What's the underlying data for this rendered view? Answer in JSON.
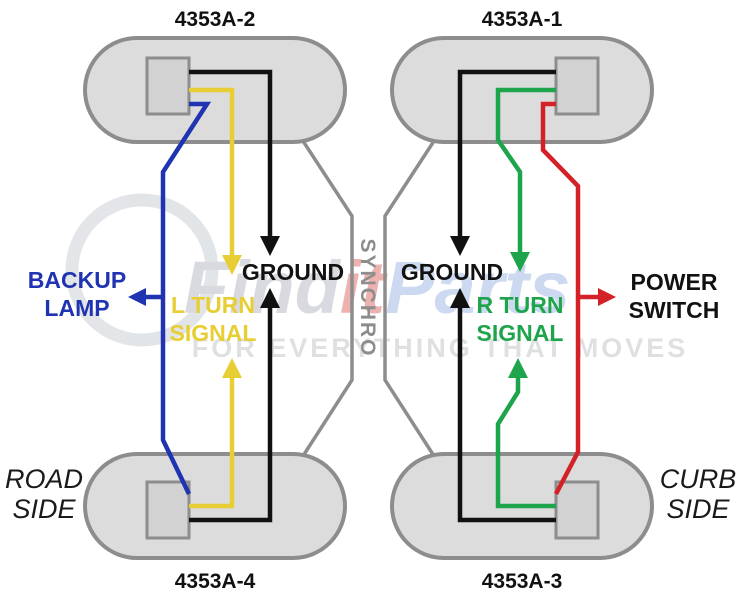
{
  "lamps": [
    {
      "id": "4353A-2",
      "position": "top-left"
    },
    {
      "id": "4353A-1",
      "position": "top-right"
    },
    {
      "id": "4353A-4",
      "position": "bottom-left"
    },
    {
      "id": "4353A-3",
      "position": "bottom-right"
    }
  ],
  "center": {
    "label": "SYNCHRO",
    "color": "#8d8d8d"
  },
  "wires": {
    "ground": {
      "name": "GROUND",
      "color": "#111111"
    },
    "backup": {
      "label_lines": [
        "BACKUP",
        "LAMP"
      ],
      "color": "#2033b0"
    },
    "left_turn": {
      "label_lines": [
        "L TURN",
        "SIGNAL"
      ],
      "color": "#e8ce35"
    },
    "right_turn": {
      "label_lines": [
        "R TURN",
        "SIGNAL"
      ],
      "color": "#1ea44a"
    },
    "power": {
      "label_lines": [
        "POWER",
        "SWITCH"
      ],
      "color": "#d42127",
      "label_color": "#111111"
    }
  },
  "side_labels": {
    "road": [
      "ROAD",
      "SIDE"
    ],
    "curb": [
      "CURB",
      "SIDE"
    ]
  },
  "watermark": {
    "brand_segments": [
      {
        "text": "Find",
        "color": "#b9bdc6"
      },
      {
        "text": "it",
        "color": "#e0736f"
      },
      {
        "text": "Parts",
        "color": "#a3bbe4"
      }
    ],
    "tagline": "FOR EVERYTHING THAT MOVES"
  }
}
